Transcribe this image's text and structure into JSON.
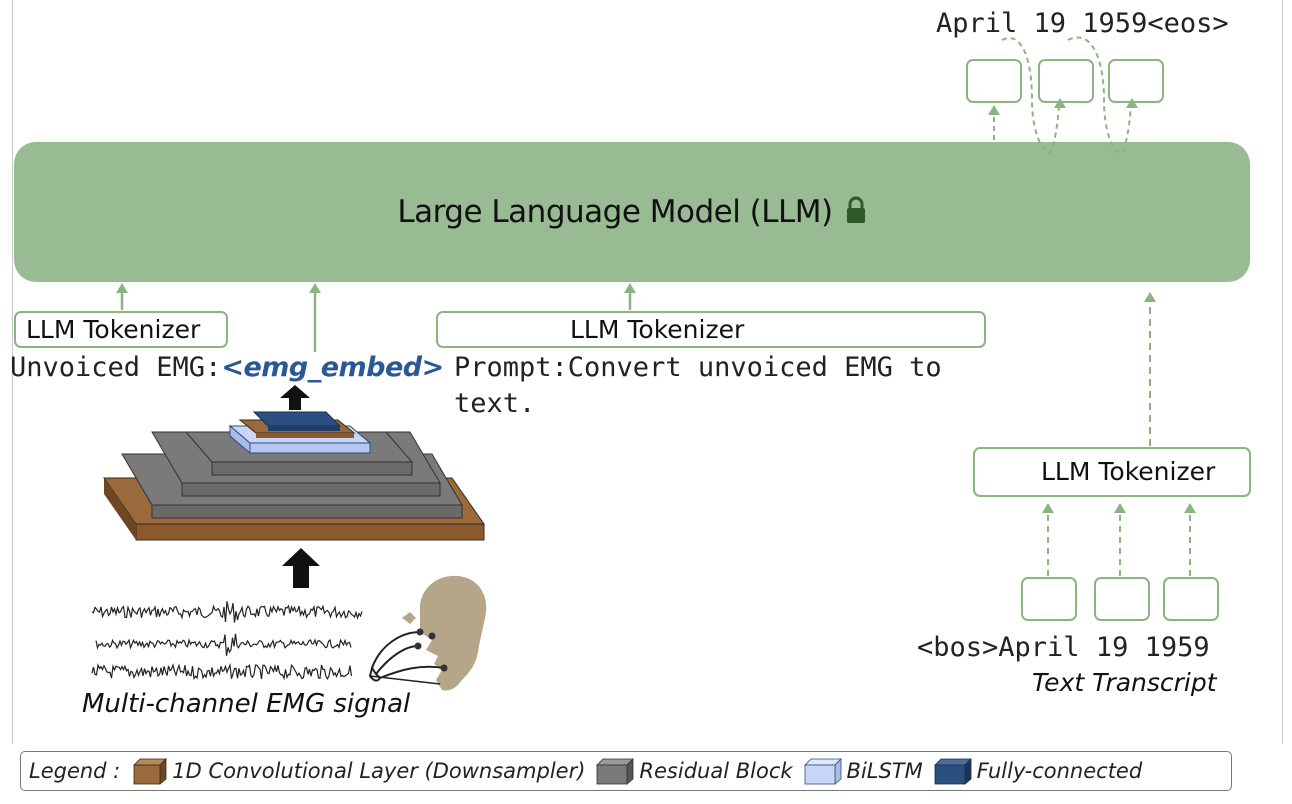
{
  "llm": {
    "title": "Large Language Model (LLM)",
    "lock_icon": "lock-icon"
  },
  "tokenizers": {
    "left": "LLM Tokenizer",
    "prompt": "LLM Tokenizer",
    "transcript": "LLM Tokenizer"
  },
  "inputs": {
    "emg_prefix": "Unvoiced EMG:",
    "emg_token": "<emg_embed>",
    "prompt_line1": "Prompt:Convert unvoiced EMG to",
    "prompt_line2": "text."
  },
  "output": {
    "text": "April 19 1959<eos>"
  },
  "transcript": {
    "text": "<bos>April 19 1959",
    "caption": "Text Transcript"
  },
  "emg": {
    "caption": "Multi-channel EMG signal"
  },
  "legend": {
    "title": "Legend :",
    "items": [
      {
        "label": "1D Convolutional Layer (Downsampler)",
        "color": "#9a6a3c"
      },
      {
        "label": "Residual Block",
        "color": "#7a7a7a"
      },
      {
        "label": "BiLSTM",
        "color": "#c9d6f7"
      },
      {
        "label": "Fully-connected",
        "color": "#2b4f7e"
      }
    ]
  },
  "colors": {
    "llm_fill": "#99bb93",
    "green_line": "#8ab57e",
    "emg_token": "#2b5797"
  }
}
